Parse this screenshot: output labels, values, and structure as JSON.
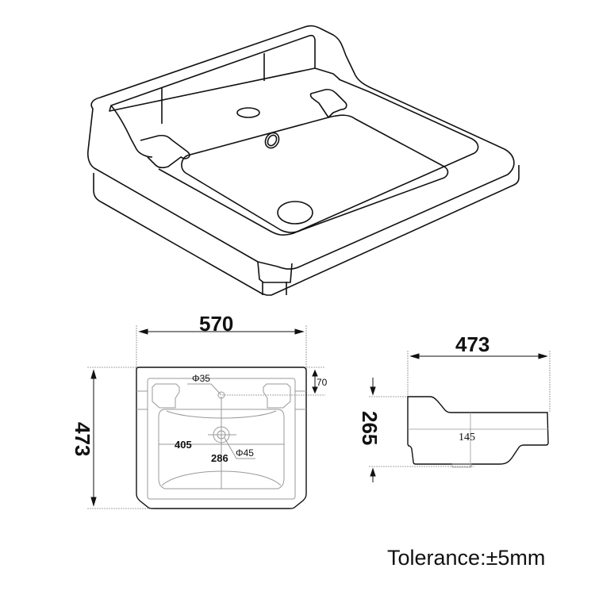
{
  "drawing": {
    "subject": "Wall-hung basin technical drawing",
    "views": {
      "isometric": {
        "label": ""
      },
      "top": {
        "width_label": "570",
        "depth_label": "473",
        "tap_hole_label": "Φ35",
        "tap_offset_label": "70",
        "waste_label": "Φ45",
        "bowl_width_label": "405",
        "bowl_depth_label": "286"
      },
      "side": {
        "depth_label": "473",
        "height_label": "265",
        "front_height_label": "145"
      }
    },
    "tolerance": "Tolerance:±5mm",
    "colors": {
      "line": "#111111",
      "dim_line": "#888888",
      "background": "#ffffff"
    }
  }
}
